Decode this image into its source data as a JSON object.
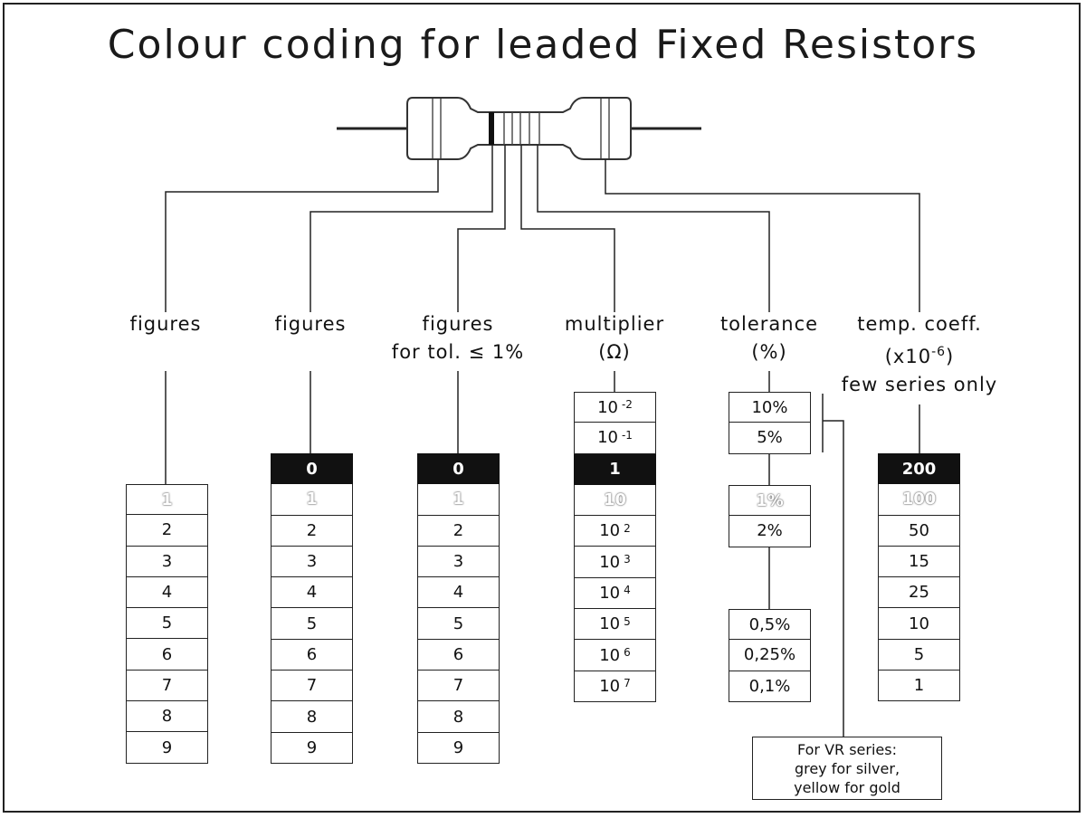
{
  "title": "Colour coding for leaded Fixed Resistors",
  "columns": [
    {
      "header": [
        "figures"
      ],
      "cells": [
        {
          "v": "1",
          "s": "light"
        },
        {
          "v": "2"
        },
        {
          "v": "3"
        },
        {
          "v": "4"
        },
        {
          "v": "5"
        },
        {
          "v": "6"
        },
        {
          "v": "7"
        },
        {
          "v": "8"
        },
        {
          "v": "9"
        }
      ]
    },
    {
      "header": [
        "figures"
      ],
      "cells": [
        {
          "v": "0",
          "s": "dark"
        },
        {
          "v": "1",
          "s": "light"
        },
        {
          "v": "2"
        },
        {
          "v": "3"
        },
        {
          "v": "4"
        },
        {
          "v": "5"
        },
        {
          "v": "6"
        },
        {
          "v": "7"
        },
        {
          "v": "8"
        },
        {
          "v": "9"
        }
      ]
    },
    {
      "header": [
        "figures",
        "for tol. ≤ 1%"
      ],
      "cells": [
        {
          "v": "0",
          "s": "dark"
        },
        {
          "v": "1",
          "s": "light"
        },
        {
          "v": "2"
        },
        {
          "v": "3"
        },
        {
          "v": "4"
        },
        {
          "v": "5"
        },
        {
          "v": "6"
        },
        {
          "v": "7"
        },
        {
          "v": "8"
        },
        {
          "v": "9"
        }
      ]
    },
    {
      "header": [
        "multiplier",
        "(Ω)"
      ],
      "cells": [
        {
          "v": "10",
          "e": "-2"
        },
        {
          "v": "10",
          "e": "-1"
        },
        {
          "v": "1",
          "s": "dark"
        },
        {
          "v": "10",
          "s": "light"
        },
        {
          "v": "10",
          "e": "2"
        },
        {
          "v": "10",
          "e": "3"
        },
        {
          "v": "10",
          "e": "4"
        },
        {
          "v": "10",
          "e": "5"
        },
        {
          "v": "10",
          "e": "6"
        },
        {
          "v": "10",
          "e": "7"
        }
      ]
    },
    {
      "header": [
        "tolerance",
        "(%)"
      ],
      "groups": [
        [
          {
            "v": "10%"
          },
          {
            "v": "5%"
          }
        ],
        [
          {
            "v": "1%",
            "s": "light"
          },
          {
            "v": "2%"
          }
        ],
        [
          {
            "v": "0,5%"
          },
          {
            "v": "0,25%"
          },
          {
            "v": "0,1%"
          }
        ]
      ]
    },
    {
      "header": [
        "temp. coeff.",
        "(x10",
        "few series only"
      ],
      "header_sup": "-6",
      "cells": [
        {
          "v": "200",
          "s": "dark"
        },
        {
          "v": "100",
          "s": "light"
        },
        {
          "v": "50"
        },
        {
          "v": "15"
        },
        {
          "v": "25"
        },
        {
          "v": "10"
        },
        {
          "v": "5"
        },
        {
          "v": "1"
        }
      ]
    }
  ],
  "note": [
    "For VR series:",
    "grey for silver,",
    "yellow for gold"
  ]
}
